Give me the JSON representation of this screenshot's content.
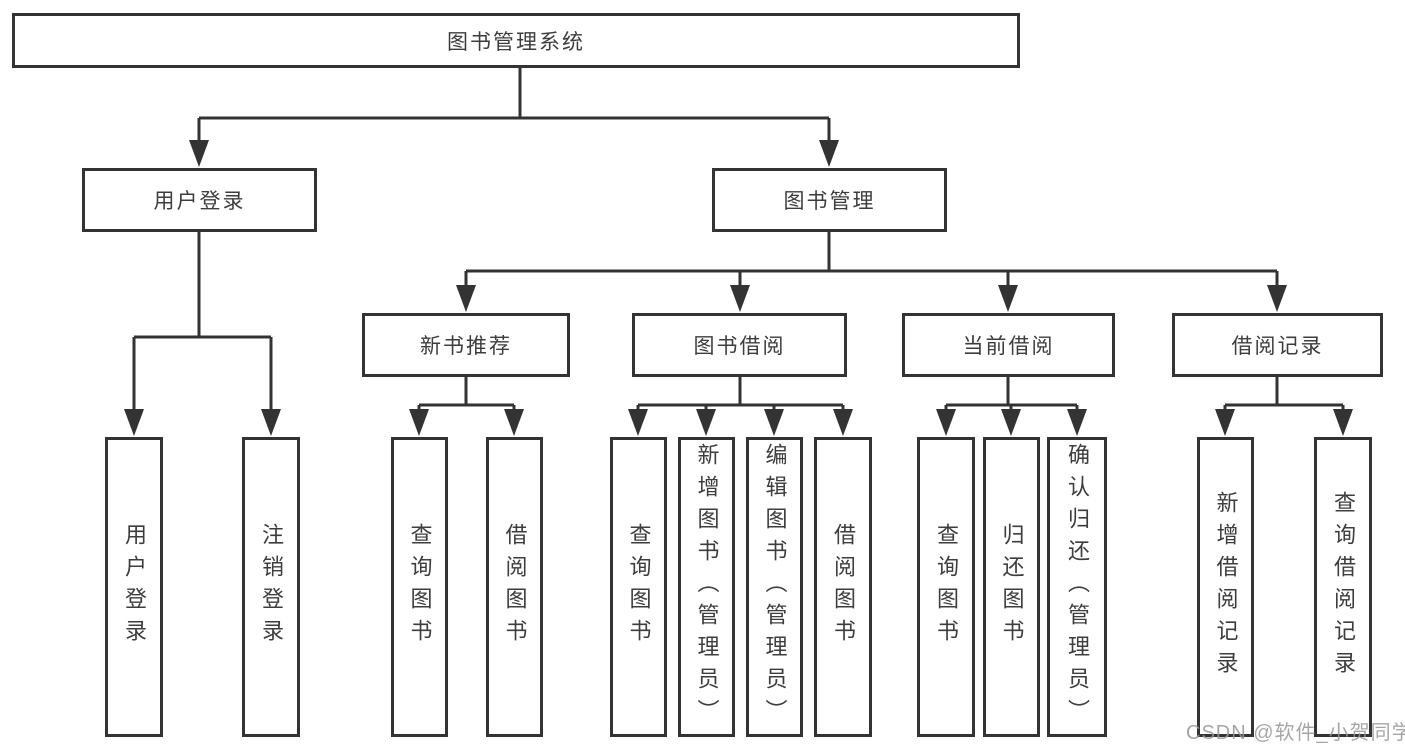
{
  "diagram": {
    "title": "图书管理系统",
    "level2": {
      "user_login": "用户登录",
      "book_mgmt": "图书管理"
    },
    "level3": {
      "new_books": "新书推荐",
      "borrowing": "图书借阅",
      "current": "当前借阅",
      "records": "借阅记录"
    },
    "leaves": {
      "user_login": [
        "用户登录",
        "注销登录"
      ],
      "new_books": [
        "查询图书",
        "借阅图书"
      ],
      "borrowing": [
        "查询图书",
        "新增图书（管理员）",
        "编辑图书（管理员）",
        "借阅图书"
      ],
      "current": [
        "查询图书",
        "归还图书",
        "确认归还（管理员）"
      ],
      "records": [
        "新增借阅记录",
        "查询借阅记录"
      ]
    },
    "watermark": "CSDN @软件_小贺同学"
  },
  "colors": {
    "line": "#333333",
    "text": "#3d3d3d",
    "watermark": "#969696",
    "background": "#ffffff"
  }
}
